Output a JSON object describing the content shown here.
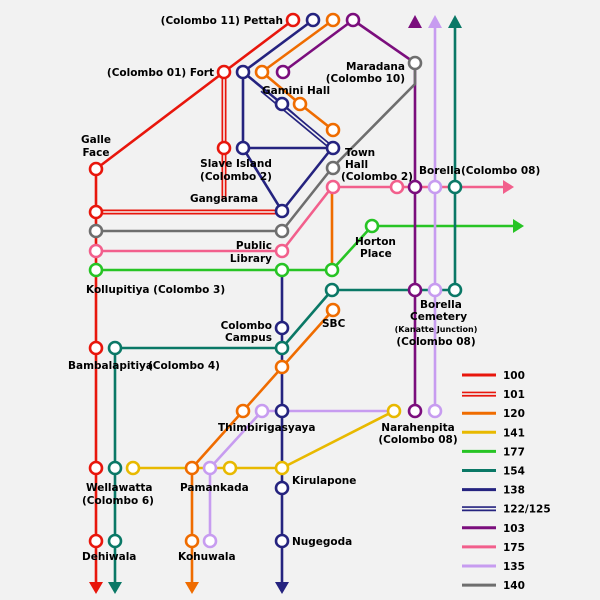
{
  "stations": {
    "pettah": "(Colombo 11) Pettah",
    "fort": "(Colombo 01) Fort",
    "maradana": "Maradana",
    "maradana_sub": "(Colombo 10)",
    "gamini_hall": "Gamini Hall",
    "galle_face_1": "Galle",
    "galle_face_2": "Face",
    "slave_island_1": "Slave Island",
    "slave_island_2": "(Colombo 2)",
    "town_hall_1": "Town",
    "town_hall_2": "Hall",
    "town_hall_3": "(Colombo 2)",
    "borella": "Borella",
    "borella_sub": "(Colombo 08)",
    "gangarama": "Gangarama",
    "public_library_1": "Public",
    "public_library_2": "Library",
    "horton_place_1": "Horton",
    "horton_place_2": "Place",
    "kollupitiya": "Kollupitiya (Colombo 3)",
    "borella_cemetery_1": "Borella",
    "borella_cemetery_2": "Cemetery",
    "borella_cemetery_3": "(Kanatte Junction)",
    "borella_cemetery_4": "(Colombo 08)",
    "colombo_campus_1": "Colombo",
    "colombo_campus_2": "Campus",
    "sbc": "SBC",
    "bambalapitiya": "Bambalapitiya",
    "bambalapitiya_sub": "(Colombo 4)",
    "thimbirigasyaya": "Thimbirigasyaya",
    "narahenpita_1": "Narahenpita",
    "narahenpita_2": "(Colombo 08)",
    "wellawatta_1": "Wellawatta",
    "wellawatta_2": "(Colombo 6)",
    "pamankada": "Pamankada",
    "kirulapone": "Kirulapone",
    "dehiwala": "Dehiwala",
    "kohuwala": "Kohuwala",
    "nugegoda": "Nugegoda"
  },
  "legend": [
    {
      "route": "100",
      "color": "#e8160c"
    },
    {
      "route": "101",
      "color": "#e8160c",
      "style": "double"
    },
    {
      "route": "120",
      "color": "#ef6c00"
    },
    {
      "route": "141",
      "color": "#e8b900"
    },
    {
      "route": "177",
      "color": "#27c425"
    },
    {
      "route": "154",
      "color": "#0a7866"
    },
    {
      "route": "138",
      "color": "#25237f"
    },
    {
      "route": "122/125",
      "color": "#25237f",
      "style": "double"
    },
    {
      "route": "103",
      "color": "#7b0e7d"
    },
    {
      "route": "175",
      "color": "#f25f8c"
    },
    {
      "route": "135",
      "color": "#c79cf0"
    },
    {
      "route": "140",
      "color": "#6e6e6e"
    }
  ]
}
